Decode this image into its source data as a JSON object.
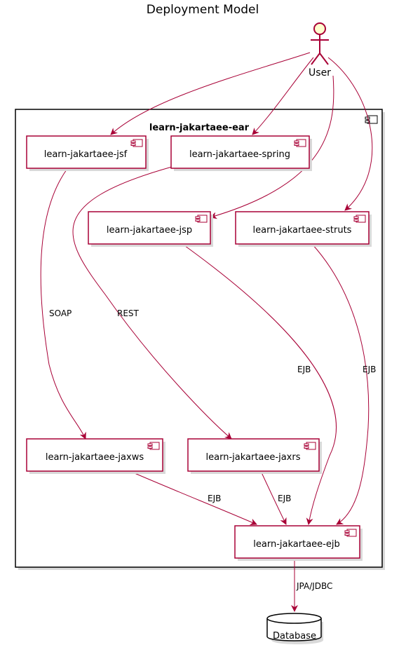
{
  "title": "Deployment Model",
  "colors": {
    "border": "#A80036",
    "actor_fill": "#FEFECE",
    "package_border": "#000000",
    "background": "#FFFFFF"
  },
  "actor": {
    "label": "User",
    "icon": "stick-figure-actor-icon"
  },
  "package": {
    "label": "learn-jakartaee-ear",
    "icon": "component-icon"
  },
  "components": {
    "jsf": "learn-jakartaee-jsf",
    "spring": "learn-jakartaee-spring",
    "jsp": "learn-jakartaee-jsp",
    "struts": "learn-jakartaee-struts",
    "jaxws": "learn-jakartaee-jaxws",
    "jaxrs": "learn-jakartaee-jaxrs",
    "ejb": "learn-jakartaee-ejb"
  },
  "database": {
    "label": "Database",
    "icon": "database-cylinder-icon"
  },
  "edges": [
    {
      "from": "User",
      "to": "learn-jakartaee-jsf",
      "label": ""
    },
    {
      "from": "User",
      "to": "learn-jakartaee-spring",
      "label": ""
    },
    {
      "from": "User",
      "to": "learn-jakartaee-jsp",
      "label": ""
    },
    {
      "from": "User",
      "to": "learn-jakartaee-struts",
      "label": ""
    },
    {
      "from": "learn-jakartaee-jsf",
      "to": "learn-jakartaee-jaxws",
      "label": "SOAP"
    },
    {
      "from": "learn-jakartaee-spring",
      "to": "learn-jakartaee-jaxrs",
      "label": "REST"
    },
    {
      "from": "learn-jakartaee-jsp",
      "to": "learn-jakartaee-ejb",
      "label": "EJB"
    },
    {
      "from": "learn-jakartaee-struts",
      "to": "learn-jakartaee-ejb",
      "label": "EJB"
    },
    {
      "from": "learn-jakartaee-jaxws",
      "to": "learn-jakartaee-ejb",
      "label": "EJB"
    },
    {
      "from": "learn-jakartaee-jaxrs",
      "to": "learn-jakartaee-ejb",
      "label": "EJB"
    },
    {
      "from": "learn-jakartaee-ejb",
      "to": "Database",
      "label": "JPA/JDBC"
    }
  ]
}
